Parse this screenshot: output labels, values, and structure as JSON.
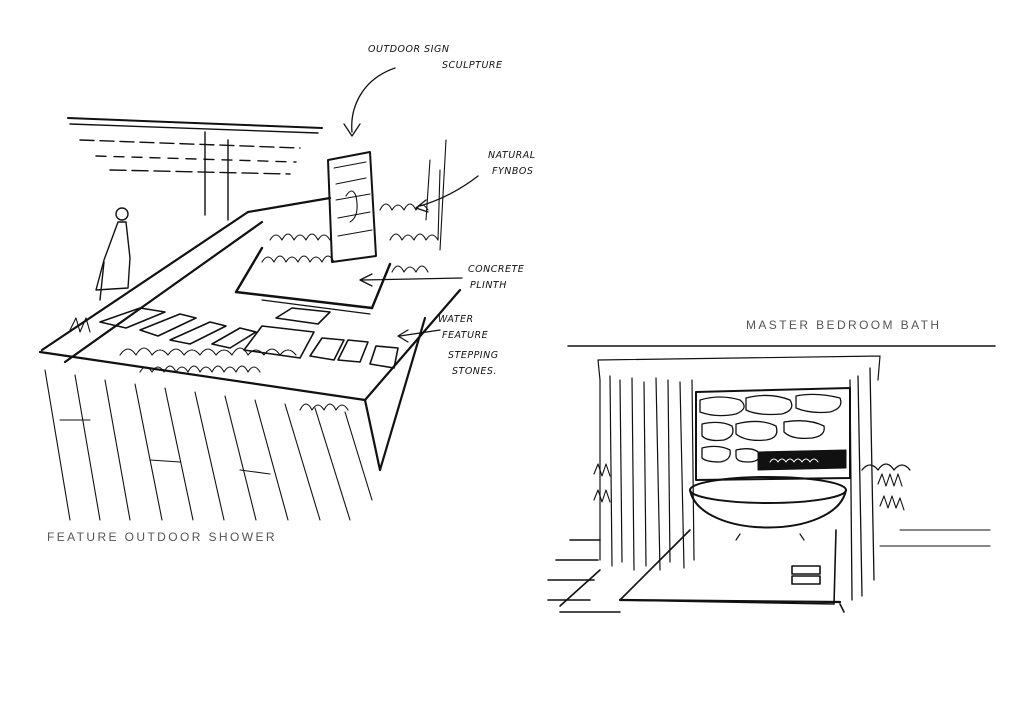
{
  "annotations": {
    "sign_line1": "OUTDOOR SIGN",
    "sign_line2": "SCULPTURE",
    "fynbos_line1": "NATURAL",
    "fynbos_line2": "FYNBOS",
    "plinth_line1": "CONCRETE",
    "plinth_line2": "PLINTH",
    "water_line1": "WATER",
    "water_line2": "FEATURE",
    "stones_line1": "STEPPING",
    "stones_line2": "STONES."
  },
  "captions": {
    "left": "FEATURE OUTDOOR SHOWER",
    "right": "MASTER BEDROOM BATH"
  },
  "colors": {
    "ink": "#111111",
    "caption": "#555555",
    "background": "#ffffff"
  }
}
